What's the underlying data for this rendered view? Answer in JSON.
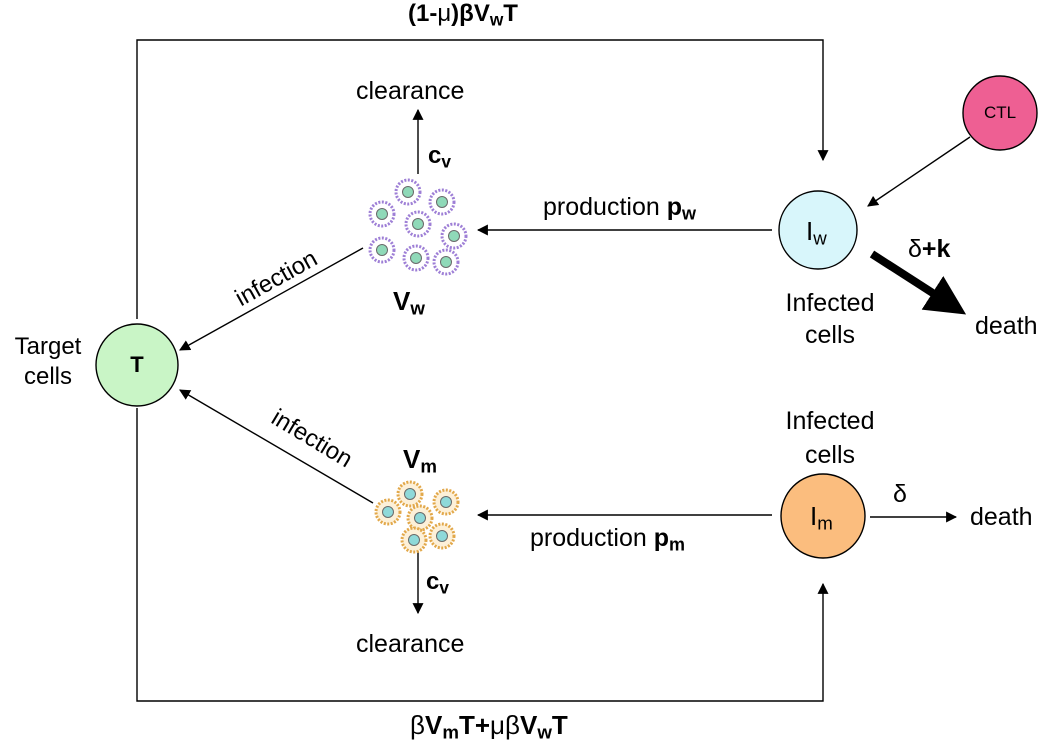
{
  "top_flow": {
    "prefix": "(1-",
    "mu": "μ",
    "mid": ")β",
    "V": "V",
    "w": "w",
    "T": "T"
  },
  "bottom_flow": {
    "beta1": "β",
    "V1": "V",
    "m": "m",
    "T1": "T",
    "plus": "+",
    "mu": "μ",
    "beta2": "β",
    "V2": "V",
    "w": "w",
    "T2": "T"
  },
  "target": {
    "label_line1": "Target",
    "label_line2": "cells",
    "node": "T"
  },
  "clearance_top": {
    "text": "clearance",
    "rate_c": "c",
    "rate_sub": "v"
  },
  "clearance_bottom": {
    "text": "clearance",
    "rate_c": "c",
    "rate_sub": "v"
  },
  "virus_w": {
    "main": "V",
    "sub": "w"
  },
  "virus_m": {
    "main": "V",
    "sub": "m"
  },
  "infection_top": "infection",
  "infection_bottom": "infection",
  "production_w": {
    "text": "production ",
    "p": "p",
    "sub": "w"
  },
  "production_m": {
    "text": "production ",
    "p": "p",
    "sub": "m"
  },
  "cell_w": {
    "main": "I",
    "sub": "w",
    "caption_line1": "Infected",
    "caption_line2": "cells"
  },
  "cell_m": {
    "main": "I",
    "sub": "m",
    "caption_line1": "Infected",
    "caption_line2": "cells"
  },
  "ctl": "CTL",
  "death_w": {
    "rate_delta": "δ",
    "rate_k": "+k",
    "text": "death"
  },
  "death_m": {
    "rate": "δ",
    "text": "death"
  },
  "colors": {
    "target_fill": "#c9f5c6",
    "iw_fill": "#d8f6fb",
    "im_fill": "#fbbd7e",
    "ctl_fill": "#ee5f93",
    "virus_w_halo": "#9e7fd6",
    "virus_w_core": "#8fd9b8",
    "virus_m_halo": "#e2a84a",
    "virus_m_core": "#8fd9d9"
  }
}
